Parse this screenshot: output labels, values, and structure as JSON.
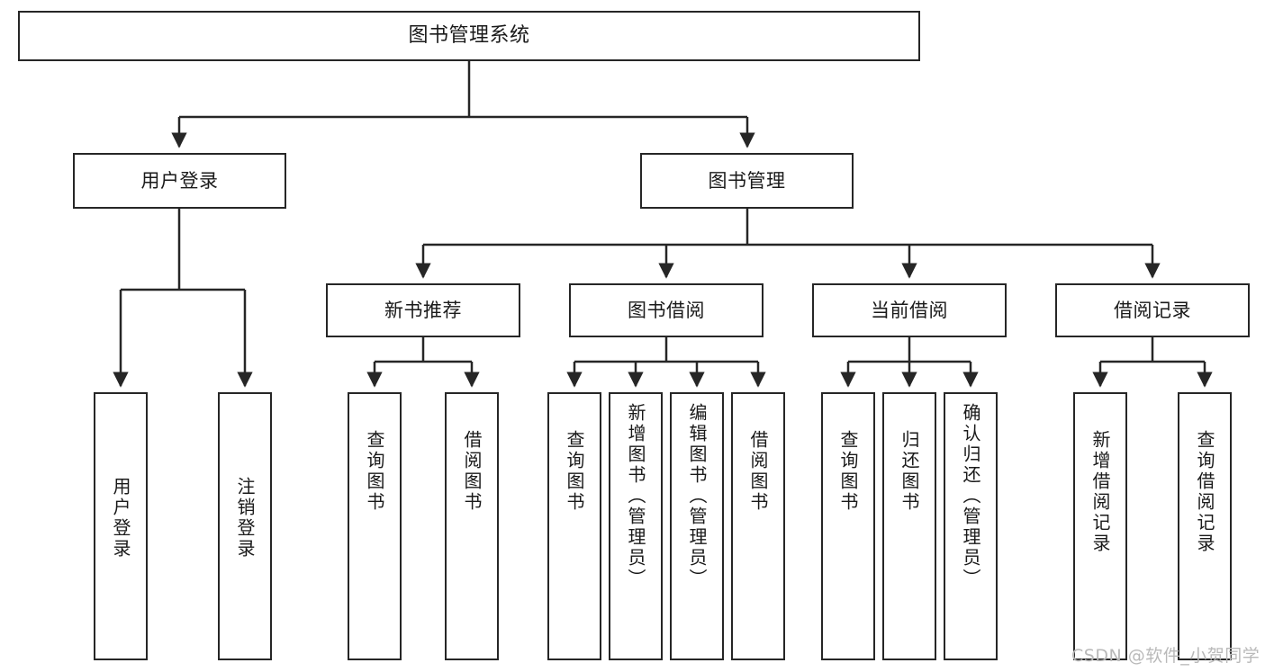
{
  "diagram": {
    "title": "图书管理系统",
    "type": "tree-hierarchy-chart",
    "orientation": "top-down",
    "colors": {
      "box_border": "#262626",
      "box_fill": "#ffffff",
      "connector": "#262626",
      "text": "#1a1a1a",
      "watermark": "#b9b9b9",
      "background": "#ffffff"
    }
  },
  "root": {
    "label": "图书管理系统"
  },
  "level2": [
    {
      "label": "用户登录"
    },
    {
      "label": "图书管理"
    }
  ],
  "level3": [
    {
      "label": "新书推荐"
    },
    {
      "label": "图书借阅"
    },
    {
      "label": "当前借阅"
    },
    {
      "label": "借阅记录"
    }
  ],
  "leaves": {
    "user_login": [
      {
        "label": "用户登录"
      },
      {
        "label": "注销登录"
      }
    ],
    "new_book_rec": [
      {
        "label": "查询图书"
      },
      {
        "label": "借阅图书"
      }
    ],
    "book_borrow": [
      {
        "label": "查询图书"
      },
      {
        "label": "新增图书（管理员）"
      },
      {
        "label": "编辑图书（管理员）"
      },
      {
        "label": "借阅图书"
      }
    ],
    "current_borrow": [
      {
        "label": "查询图书"
      },
      {
        "label": "归还图书"
      },
      {
        "label": "确认归还（管理员）"
      }
    ],
    "borrow_record": [
      {
        "label": "新增借阅记录"
      },
      {
        "label": "查询借阅记录"
      }
    ]
  },
  "watermark": {
    "text": "CSDN @软件_小贺同学"
  }
}
